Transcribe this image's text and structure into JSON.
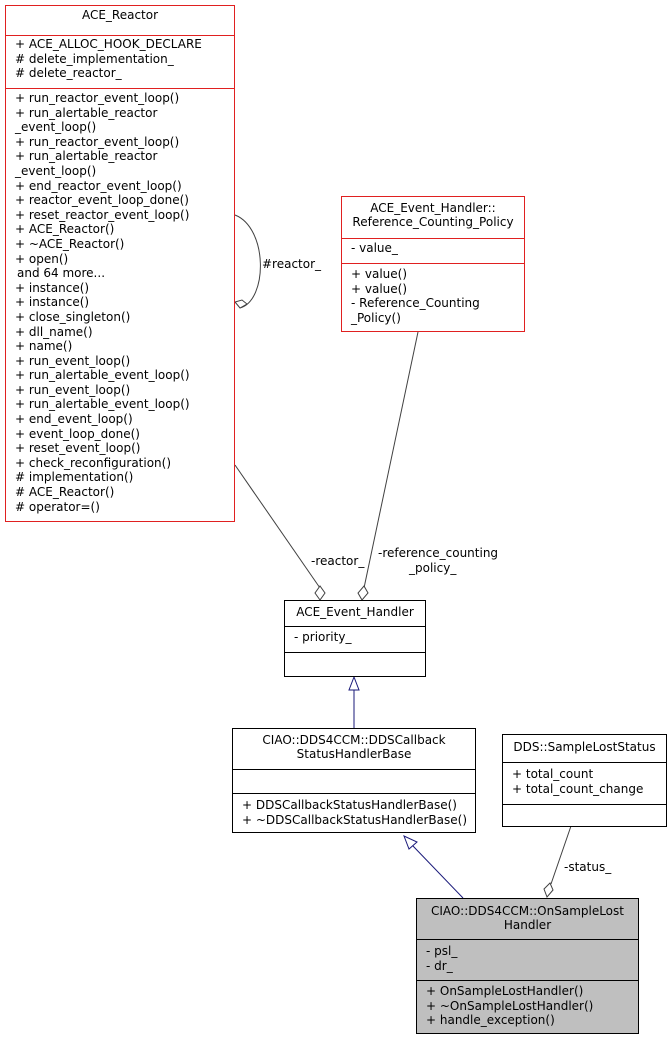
{
  "classes": {
    "ace_reactor": {
      "title": [
        "ACE_Reactor"
      ],
      "attributes": [
        "+ ACE_ALLOC_HOOK_DECLARE",
        "# delete_implementation_",
        "# delete_reactor_"
      ],
      "methods": [
        "+ run_reactor_event_loop()",
        "+ run_alertable_reactor",
        "_event_loop()",
        "+ run_reactor_event_loop()",
        "+ run_alertable_reactor",
        "_event_loop()",
        "+ end_reactor_event_loop()",
        "+ reactor_event_loop_done()",
        "+ reset_reactor_event_loop()",
        "+ ACE_Reactor()",
        "+ ~ACE_Reactor()",
        "+ open()",
        "and 64 more...",
        "+ instance()",
        "+ instance()",
        "+ close_singleton()",
        "+ dll_name()",
        "+ name()",
        "+ run_event_loop()",
        "+ run_alertable_event_loop()",
        "+ run_event_loop()",
        "+ run_alertable_event_loop()",
        "+ end_event_loop()",
        "+ event_loop_done()",
        "+ reset_event_loop()",
        "+ check_reconfiguration()",
        "# implementation()",
        "# ACE_Reactor()",
        "# operator=()"
      ]
    },
    "ref_counting_policy": {
      "title": [
        "ACE_Event_Handler::",
        "Reference_Counting_Policy"
      ],
      "attributes": [
        "- value_"
      ],
      "methods": [
        "+ value()",
        "+ value()",
        "- Reference_Counting",
        "_Policy()"
      ]
    },
    "ace_event_handler": {
      "title": [
        "ACE_Event_Handler"
      ],
      "attributes": [
        "- priority_"
      ],
      "methods": []
    },
    "dds_callback_base": {
      "title": [
        "CIAO::DDS4CCM::DDSCallback",
        "StatusHandlerBase"
      ],
      "attributes": [],
      "methods": [
        "+ DDSCallbackStatusHandlerBase()",
        "+ ~DDSCallbackStatusHandlerBase()"
      ]
    },
    "sample_lost_status": {
      "title": [
        "DDS::SampleLostStatus"
      ],
      "attributes": [
        "+ total_count",
        "+ total_count_change"
      ],
      "methods": []
    },
    "on_sample_lost_handler": {
      "title": [
        "CIAO::DDS4CCM::OnSampleLost",
        "Handler"
      ],
      "attributes": [
        "- psl_",
        "- dr_"
      ],
      "methods": [
        "+ OnSampleLostHandler()",
        "+ ~OnSampleLostHandler()",
        "+ handle_exception()"
      ]
    }
  },
  "edge_labels": {
    "reactor_self": "#reactor_",
    "reactor": "-reactor_",
    "reference_counting_policy_1": "-reference_counting",
    "reference_counting_policy_2": "_policy_",
    "status": "-status_"
  },
  "colors": {
    "template_class_border": "#e02020",
    "class_border": "#000000",
    "focus_class_fill": "#bfbfbf",
    "inheritance_arrow": "#1a1a7a",
    "association_line": "#404040"
  }
}
